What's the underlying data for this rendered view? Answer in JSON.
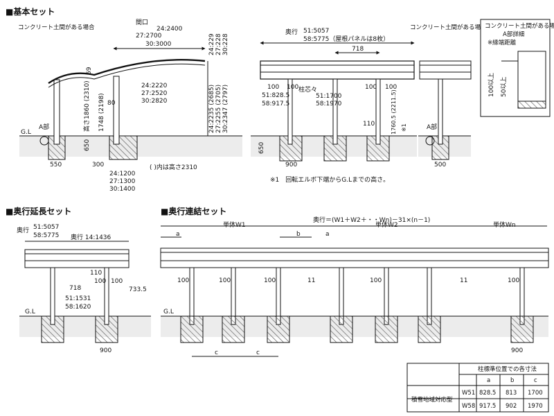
{
  "sections": {
    "basic_set": "■基本セット",
    "depth_extension": "■奥行延長セット",
    "depth_connection": "■奥行連結セット"
  },
  "notes": {
    "concrete_floor": "コンクリート土間がある場合",
    "parenthesis_height": "( )内は高さ2310",
    "footnote": "※1　回転エルボ下端からG.Lまでの高さ。",
    "detail_title": "A部詳細",
    "eave_distance": "※縁端距離",
    "over100": "100以上",
    "over50": "50以上",
    "part_a": "A部",
    "gl": "G.L",
    "asterisk1": "※1"
  },
  "basic_front": {
    "frontage_label": "間口",
    "frontage": [
      "24:2400",
      "27:2700",
      "30:3000"
    ],
    "roof_depth": [
      "24:2220",
      "27:2520",
      "30:2820"
    ],
    "post_span": [
      "24:1200",
      "27:1300",
      "30:1400"
    ],
    "heights_right": [
      "24:229",
      "27:228",
      "30:228"
    ],
    "heights_total": [
      "24:2235 (2685)",
      "27:2255 (2705)",
      "30:2347 (2797)"
    ],
    "h69": "69",
    "h1860": "高さ1860 (2310)",
    "h1748": "1748 (2198)",
    "d80": "80",
    "d650": "650",
    "d300": "300",
    "d550": "550"
  },
  "basic_side": {
    "depth_label": "奥行",
    "depth": [
      "51:5057",
      "58:5775（屋根パネルは8枚）"
    ],
    "d718": "718",
    "post_pitch_label": "柱芯々",
    "post_pitch": [
      "51:1700",
      "58:1970"
    ],
    "left_offset": [
      "51:828.5",
      "58:917.5"
    ],
    "d100": "100",
    "d110": "110",
    "h1760": "1760.5 (2211.5)",
    "d650": "650",
    "d900": "900",
    "d500": "500"
  },
  "extension": {
    "depth_label": "奥行",
    "depth": [
      "51:5057",
      "58:5775"
    ],
    "ext_depth": "奥行 14:1436",
    "d110": "110",
    "d100": "100",
    "d718": "718",
    "d733": "733.5",
    "pitch": [
      "51:1531",
      "58:1620"
    ],
    "d900": "900"
  },
  "connection": {
    "formula": "奥行＝(W1＋W2＋・・Wn)－31×(n－1)",
    "unit_w1": "単体W1",
    "unit_w2": "単体W2",
    "unit_wn": "単体Wn",
    "a": "a",
    "b": "b",
    "c": "c",
    "d100": "100",
    "d11": "11",
    "d900": "900"
  },
  "table": {
    "title": "柱標準位置での各寸法",
    "cols": [
      "a",
      "b",
      "c"
    ],
    "rowhead": "積雪地域対応型",
    "rows": [
      {
        "name": "W51",
        "a": "828.5",
        "b": "813",
        "c": "1700"
      },
      {
        "name": "W58",
        "a": "917.5",
        "b": "902",
        "c": "1970"
      }
    ]
  }
}
